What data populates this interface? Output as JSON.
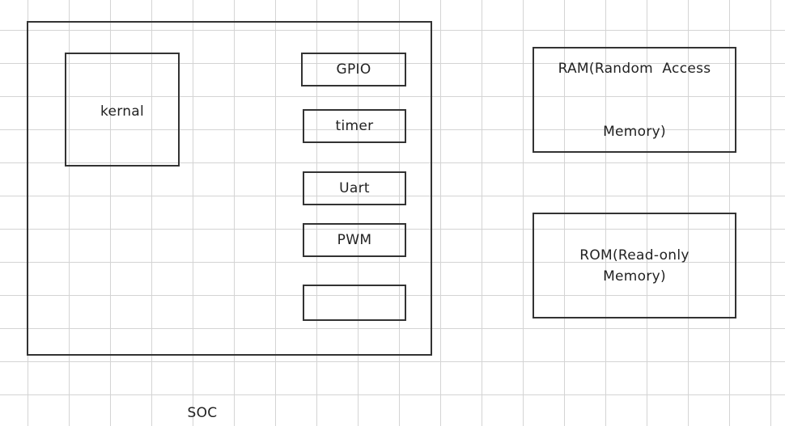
{
  "soc": {
    "label": "SOC",
    "kernal_label": "kernal",
    "peripherals": {
      "gpio": "GPIO",
      "timer": "timer",
      "uart": "Uart",
      "pwm": "PWM",
      "empty": ""
    }
  },
  "memory": {
    "ram": {
      "line1": "RAM(Random  Access",
      "line2": "Memory)"
    },
    "rom": {
      "line1": "ROM(Read-only",
      "line2": "Memory)"
    }
  },
  "colors": {
    "border": "#333333",
    "grid": "#d4d4d4",
    "background": "#ffffff"
  }
}
